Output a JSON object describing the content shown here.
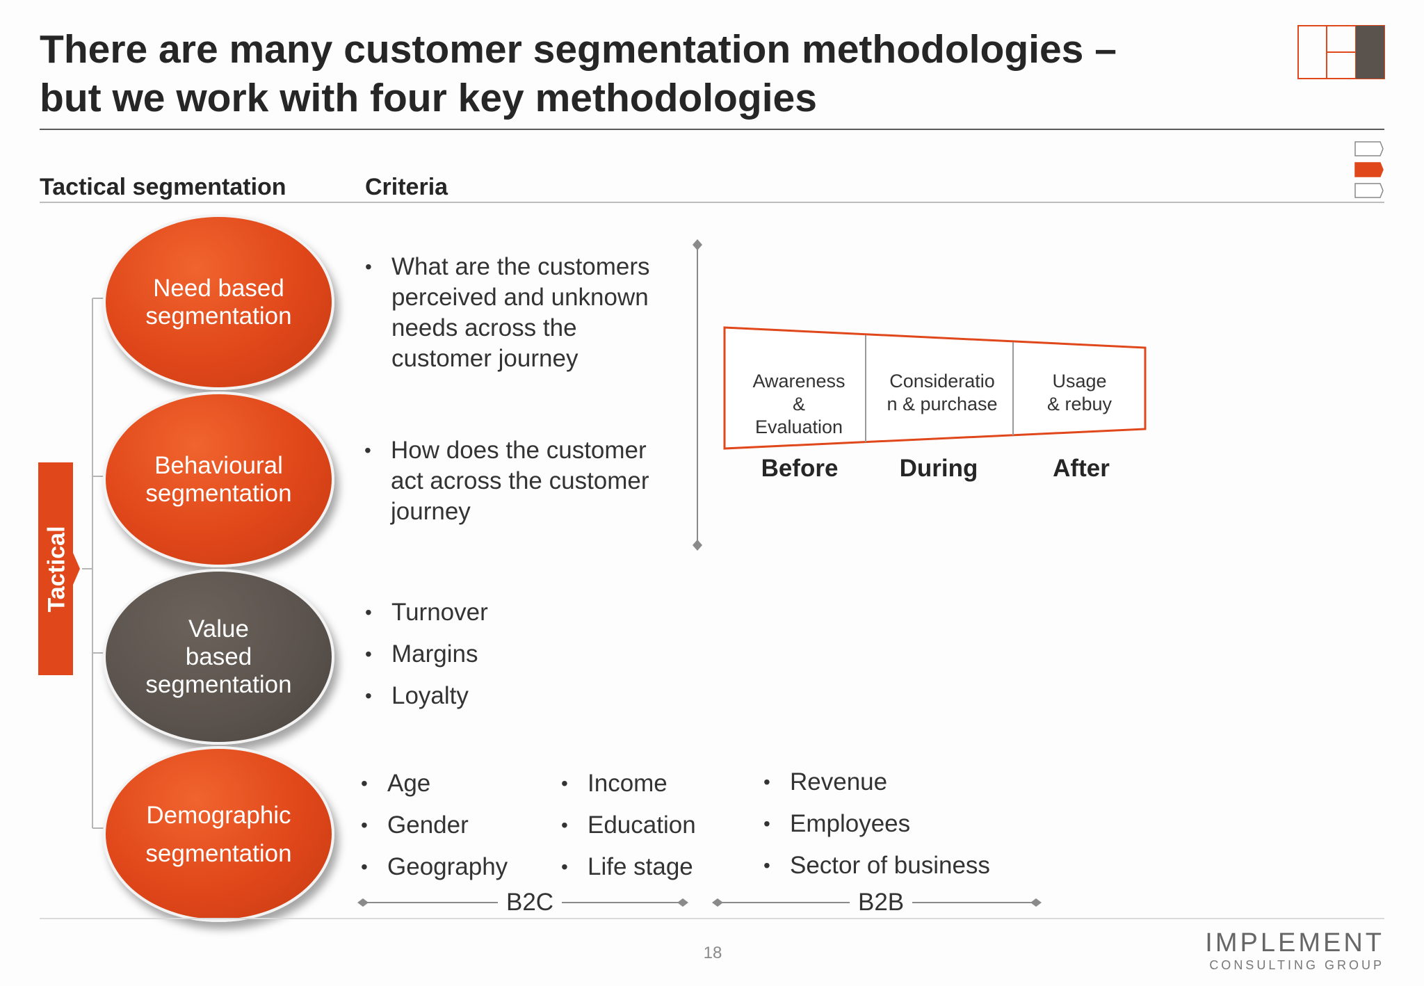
{
  "title": {
    "line1": "There are many customer segmentation methodologies –",
    "line2": "but we work with four key methodologies"
  },
  "headers": {
    "tactical_segmentation": "Tactical segmentation",
    "criteria": "Criteria"
  },
  "tactical_label": "Tactical",
  "segments": [
    {
      "label": "Need based\nsegmentation",
      "color": "orange"
    },
    {
      "label": "Behavioural\nsegmentation",
      "color": "orange"
    },
    {
      "label": "Value\nbased\nsegmentation",
      "color": "grey"
    },
    {
      "label": "Demographic\nsegmentation",
      "color": "orange"
    }
  ],
  "criteria": {
    "need": [
      "What are the customers perceived and unknown needs across the customer journey"
    ],
    "behaviour": [
      "How does the customer act across the customer journey"
    ],
    "value": [
      "Turnover",
      "Margins",
      "Loyalty"
    ],
    "demographic_b2c_col1": [
      "Age",
      "Gender",
      "Geography"
    ],
    "demographic_b2c_col2": [
      "Income",
      "Education",
      "Life stage"
    ],
    "demographic_b2b": [
      "Revenue",
      "Employees",
      "Sector of business"
    ]
  },
  "journey": {
    "stages": [
      "Awareness\n&\nEvaluation",
      "Consideratio\nn & purchase",
      "Usage\n& rebuy"
    ],
    "phases": [
      "Before",
      "During",
      "After"
    ]
  },
  "bottom_labels": {
    "b2c": "B2C",
    "b2b": "B2B"
  },
  "page_number": "18",
  "brand": {
    "main": "IMPLEMENT",
    "sub": "CONSULTING GROUP"
  },
  "colors": {
    "accent": "#e0471a",
    "grey": "#5a524c",
    "text": "#333333"
  }
}
